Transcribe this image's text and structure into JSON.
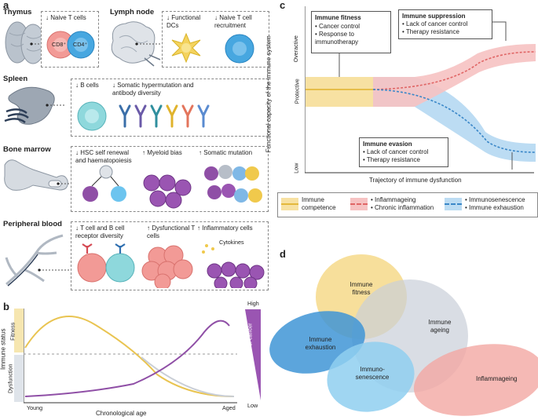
{
  "panel_a": {
    "letter": "a",
    "thymus": {
      "title": "Thymus",
      "box_label": "↓ Naive T cells",
      "cd8": "CD8⁺",
      "cd4": "CD4⁺"
    },
    "lymph": {
      "title": "Lymph node",
      "left": "↓ Functional DCs",
      "right": "↓ Naive T cell recruitment"
    },
    "spleen": {
      "title": "Spleen",
      "left": "↓ B cells",
      "right": "↓ Somatic hypermutation and antibody diversity"
    },
    "marrow": {
      "title": "Bone marrow",
      "c1": "↓ HSC self renewal and haematopoiesis",
      "c2": "↑ Myeloid bias",
      "c3": "↑ Somatic mutation"
    },
    "blood": {
      "title": "Peripheral blood",
      "c1": "↓ T cell and B cell receptor diversity",
      "c2": "↑ Dysfunctional T cells",
      "c3": "↑ Inflammatory cells",
      "cyto": "Cytokines"
    }
  },
  "panel_b": {
    "letter": "b",
    "y_label": "Immune status",
    "fitness": "Fitness",
    "dysfunction": "Dysfunction",
    "x_label": "Chronological age",
    "x_start": "Young",
    "x_end": "Aged",
    "risk_label": "Risk of cancer",
    "risk_high": "High",
    "risk_low": "Low"
  },
  "panel_c": {
    "letter": "c",
    "y_label": "Functional capacity of the immune system",
    "y_ticks": [
      "Overactive",
      "Protective",
      "Low"
    ],
    "x_label": "Trajectory of immune dysfunction",
    "fitness_box": {
      "title": "Immune fitness",
      "items": [
        "Cancer control",
        "Response to immunotherapy"
      ]
    },
    "suppression_box": {
      "title": "Immune suppression",
      "items": [
        "Lack of cancer control",
        "Therapy resistance"
      ]
    },
    "evasion_box": {
      "title": "Immune evasion",
      "items": [
        "Lack of cancer control",
        "Therapy resistance"
      ]
    },
    "legend": {
      "competence": "Immune competence",
      "inflam1": "• Inflammageing",
      "inflam2": "• Chronic inflammation",
      "senes1": "• Immunosenescence",
      "senes2": "• Immune exhaustion"
    },
    "colors": {
      "yellow": "#f2d27a",
      "red": "#ee9b9b",
      "blue": "#8ec4ea"
    }
  },
  "panel_d": {
    "letter": "d",
    "fitness": "Immune fitness",
    "ageing": "Immune ageing",
    "exhaustion": "Immune exhaustion",
    "senescence": "Immuno-senescence",
    "inflammageing": "Inflammageing"
  }
}
